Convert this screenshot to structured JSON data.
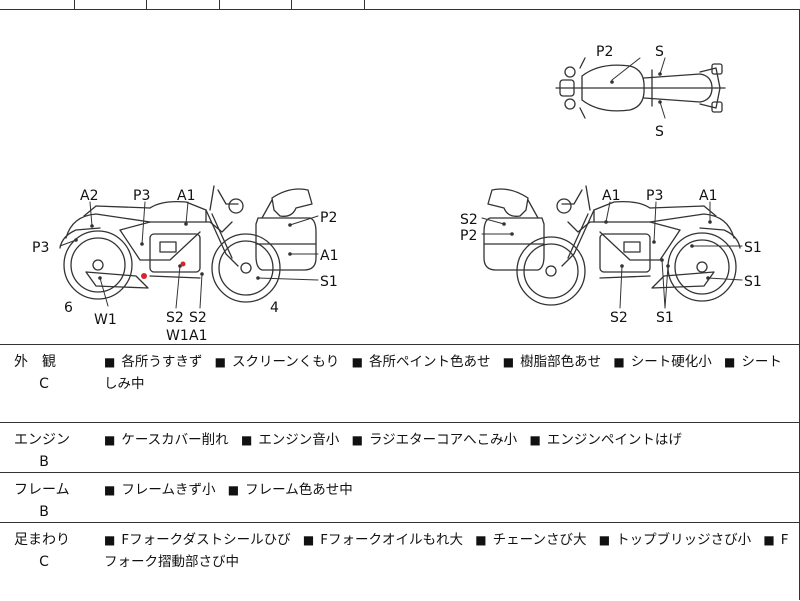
{
  "diagram": {
    "top_view_labels": [
      "P2",
      "S",
      "S"
    ],
    "left_side_labels": [
      "A2",
      "P3",
      "A1",
      "P3",
      "P2",
      "A1",
      "S1",
      "6",
      "W1",
      "S2",
      "S2",
      "W1",
      "A1",
      "4"
    ],
    "right_side_labels": [
      "A1",
      "P3",
      "A1",
      "S2",
      "P2",
      "S1",
      "S1",
      "S2",
      "S1"
    ]
  },
  "sections": [
    {
      "category": "外　観",
      "grade": "C",
      "items": [
        "各所うすきず",
        "スクリーンくもり",
        "各所ペイント色あせ",
        "樹脂部色あせ",
        "シート硬化小",
        "シートしみ中"
      ]
    },
    {
      "category": "エンジン",
      "grade": "B",
      "items": [
        "ケースカバー削れ",
        "エンジン音小",
        "ラジエターコアへこみ小",
        "エンジンペイントはげ"
      ]
    },
    {
      "category": "フレーム",
      "grade": "B",
      "items": [
        "フレームきず小",
        "フレーム色あせ中"
      ]
    },
    {
      "category": "足まわり",
      "grade": "C",
      "items": [
        "Fフォークダストシールひび",
        "Fフォークオイルもれ大",
        "チェーンさび大",
        "トップブリッジさび小",
        "Fフォーク摺動部さび中"
      ]
    }
  ],
  "bullet_symbol": "■",
  "colors": {
    "line": "#333333",
    "mark_red": "#d9252a"
  }
}
